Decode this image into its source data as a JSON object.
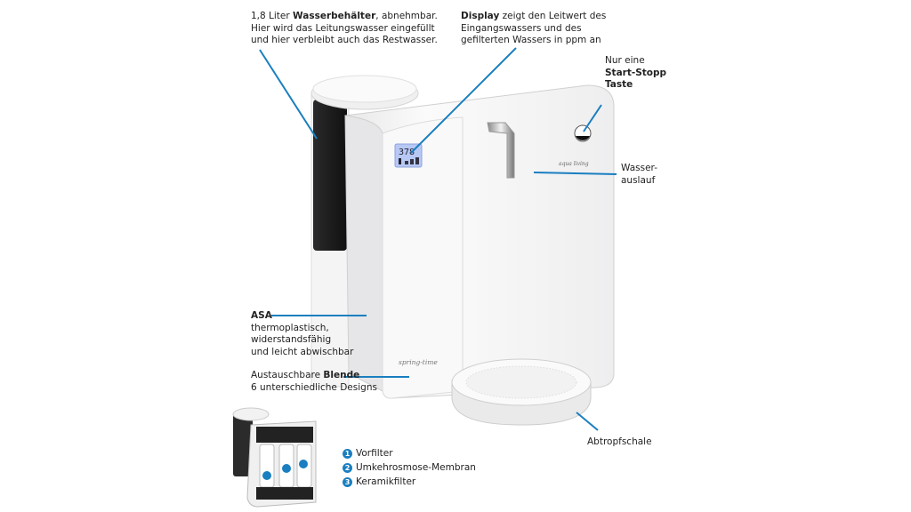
{
  "annotations": {
    "tank": {
      "pre": "1,8 Liter ",
      "bold": "Wasserbehälter",
      "post": ", abnehmbar.",
      "line2": "Hier wird das Leitungswasser eingefüllt",
      "line3": "und hier verbleibt auch das Restwasser."
    },
    "display": {
      "bold": "Display",
      "post": " zeigt den Leitwert des",
      "line2": "Eingangswassers und des",
      "line3": "gefilterten Wassers in ppm an"
    },
    "button": {
      "line1": "Nur eine",
      "bold": "Start-Stopp",
      "line3": "Taste"
    },
    "outlet": {
      "line1": "Wasser-",
      "line2": "auslauf"
    },
    "material": {
      "bold": "ASA",
      "line2": "thermoplastisch,",
      "line3": "widerstandsfähig",
      "line4": "und leicht abwischbar"
    },
    "panel": {
      "pre": "Austauschbare ",
      "bold": "Blende",
      "line2": "6 unterschiedliche Designs"
    },
    "tray": {
      "label": "Abtropfschale"
    }
  },
  "device": {
    "display_value": "378",
    "brand": "aqua living",
    "panel_brand": "spring-time"
  },
  "filters": [
    {
      "num": "1",
      "label": "Vorfilter"
    },
    {
      "num": "2",
      "label": "Umkehrosmose-Membran"
    },
    {
      "num": "3",
      "label": "Keramikfilter"
    }
  ],
  "colors": {
    "accent": "#1a7fc0",
    "text": "#222222"
  }
}
